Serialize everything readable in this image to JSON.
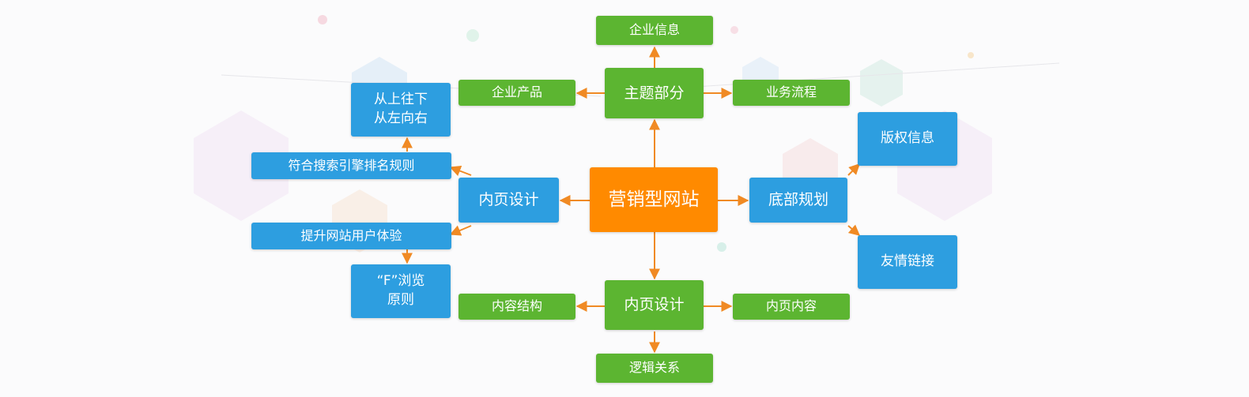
{
  "diagram": {
    "center": "营销型网站",
    "theme": {
      "label": "主题部分",
      "children": [
        "企业信息",
        "企业产品",
        "业务流程"
      ]
    },
    "inner_left": {
      "label": "内页设计",
      "children": [
        "符合搜索引擎排名规则",
        "提升网站用户体验"
      ],
      "grandchildren": {
        "top_line1": "从上往下",
        "top_line2": "从左向右",
        "bottom_line1": "“F”浏览",
        "bottom_line2": "原则"
      }
    },
    "footer": {
      "label": "底部规划",
      "children": [
        "版权信息",
        "友情链接"
      ]
    },
    "inner_bottom": {
      "label": "内页设计",
      "children": [
        "内容结构",
        "内页内容",
        "逻辑关系"
      ]
    }
  },
  "colors": {
    "green": "#5cb531",
    "blue": "#2d9ee0",
    "orange": "#ff8a00",
    "arrow": "#f08a24"
  }
}
